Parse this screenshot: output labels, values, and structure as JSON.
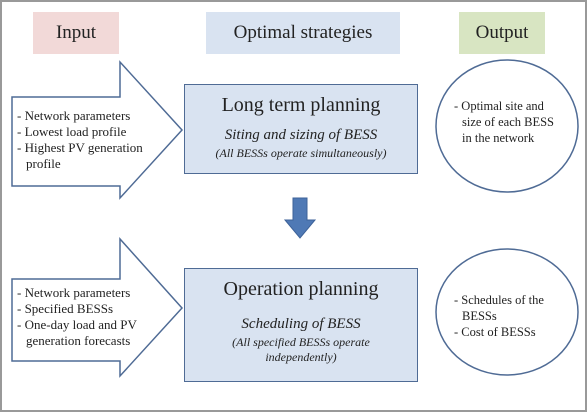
{
  "headers": {
    "input": "Input",
    "strategies": "Optimal strategies",
    "output": "Output"
  },
  "long_term": {
    "title": "Long term planning",
    "subtitle": "Siting and sizing of BESS",
    "note": "(All BESSs operate simultaneously)"
  },
  "operation": {
    "title": "Operation planning",
    "subtitle": "Scheduling of BESS",
    "note_line1": "(All specified BESSs operate",
    "note_line2": "independently)"
  },
  "input1": {
    "items": [
      "- Network parameters",
      "- Lowest load profile",
      "- Highest PV generation",
      "profile"
    ]
  },
  "input2": {
    "items": [
      "- Network parameters",
      "- Specified BESSs",
      "- One-day load and PV",
      "generation forecasts"
    ]
  },
  "output1": {
    "lines": [
      "- Optimal site and",
      "size of each BESS",
      "in the network"
    ]
  },
  "output2": {
    "lines": [
      "- Schedules of the",
      "BESSs",
      "- Cost of BESSs"
    ]
  },
  "colors": {
    "input_header_bg": "#f2d9d8",
    "strategies_header_bg": "#d9e3f1",
    "output_header_bg": "#d8e5c2",
    "box_fill": "#d9e3f1",
    "box_border": "#4f6b95",
    "arrow_stroke": "#4f6b95",
    "down_arrow_fill": "#4f79b5"
  }
}
